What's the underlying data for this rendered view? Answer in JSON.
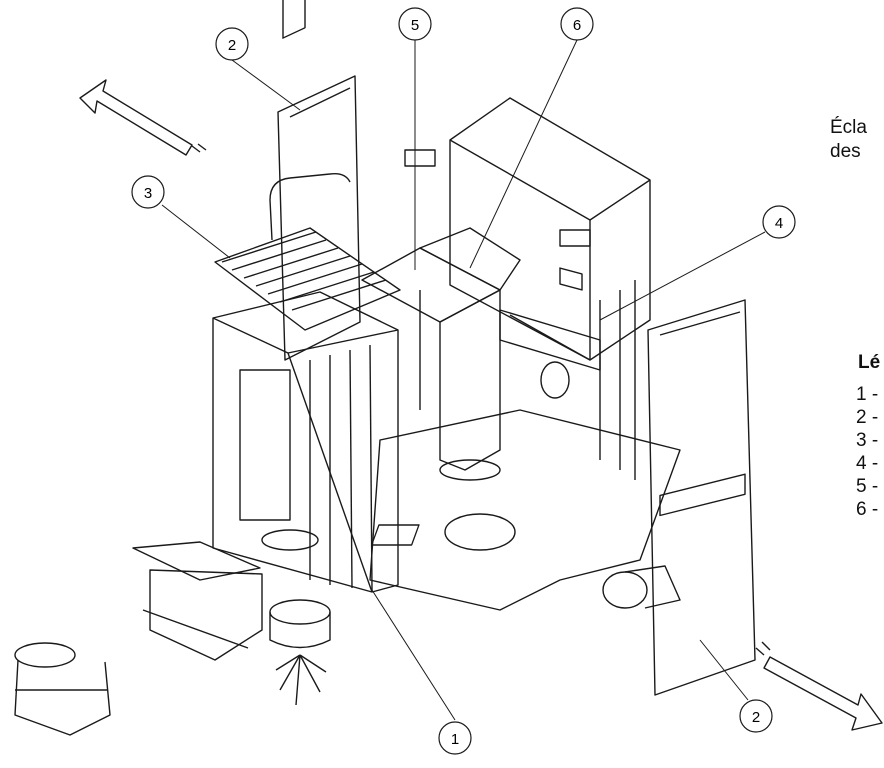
{
  "caption": {
    "line1": "Écla",
    "line2": "des "
  },
  "legend": {
    "title": "Lé",
    "items": [
      "1 -",
      "2 -",
      "3 -",
      "4 -",
      "5 -",
      "6 -"
    ]
  },
  "callouts": [
    {
      "key": "c2-top",
      "label": "2"
    },
    {
      "key": "c5",
      "label": "5"
    },
    {
      "key": "c6",
      "label": "6"
    },
    {
      "key": "c3",
      "label": "3"
    },
    {
      "key": "c4",
      "label": "4"
    },
    {
      "key": "c1",
      "label": "1"
    },
    {
      "key": "c2-bottom",
      "label": "2"
    }
  ],
  "colors": {
    "line": "#1a1a1a",
    "background": "#ffffff"
  }
}
